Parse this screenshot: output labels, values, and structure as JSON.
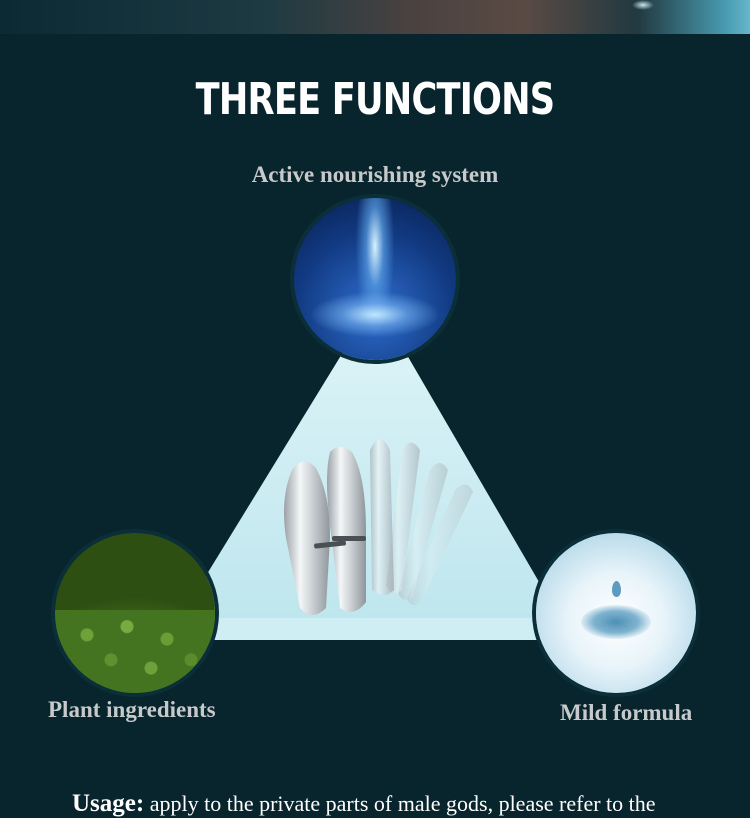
{
  "banner": {
    "title": "THREE FUNCTIONS"
  },
  "functions": {
    "top": "Active nourishing system",
    "left": "Plant ingredients",
    "right": "Mild formula"
  },
  "usage": {
    "label": "Usage:",
    "text": "apply to the private parts of male gods, please refer to the"
  },
  "colors": {
    "background": "#08242d",
    "triangle": "#cfeef3",
    "title": "#ffffff",
    "labels": "#c7cacb"
  }
}
